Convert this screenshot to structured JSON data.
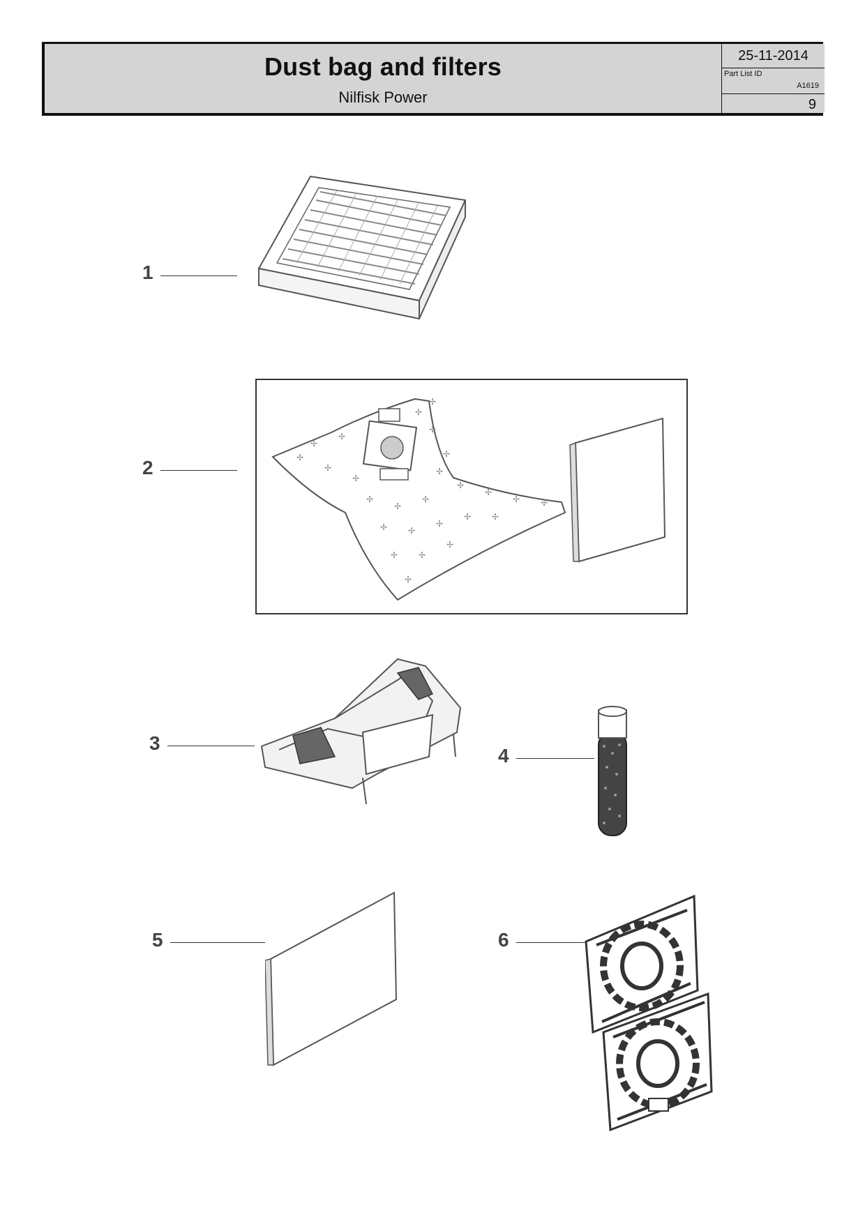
{
  "header": {
    "title": "Dust bag and filters",
    "subtitle": "Nilfisk Power",
    "date": "25-11-2014",
    "part_list_label": "Part List ID",
    "part_list_id": "A1619",
    "page_number": "9"
  },
  "callouts": {
    "c1": "1",
    "c2": "2",
    "c3": "3",
    "c4": "4",
    "c5": "5",
    "c6": "6"
  }
}
